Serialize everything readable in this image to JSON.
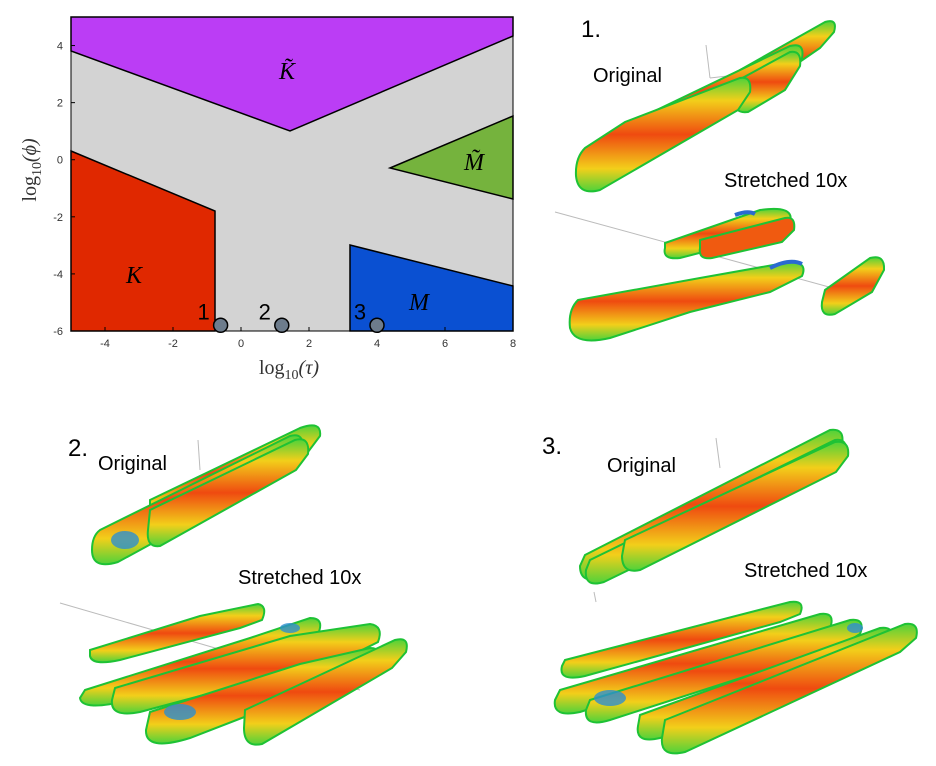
{
  "phase_diagram": {
    "xlabel_base": "log",
    "xlabel_sub": "10",
    "xlabel_var": "(τ)",
    "ylabel_base": "log",
    "ylabel_sub": "10",
    "ylabel_var": "(ϕ)",
    "xlim": [
      -5,
      8
    ],
    "ylim": [
      -6,
      5
    ],
    "xticks": [
      -4,
      -2,
      0,
      2,
      4,
      6,
      8
    ],
    "yticks": [
      -6,
      -4,
      -2,
      0,
      2,
      4
    ],
    "regions": [
      {
        "label": "K̃",
        "color": "#bb3df5"
      },
      {
        "label": "M̃",
        "color": "#75b33d"
      },
      {
        "label": "K",
        "color": "#e02800"
      },
      {
        "label": "M",
        "color": "#0a50d2"
      }
    ],
    "background_color": "#d3d3d3",
    "points": [
      {
        "label": "1",
        "tau": -0.6,
        "phi": -5.8
      },
      {
        "label": "2",
        "tau": 1.2,
        "phi": -5.8
      },
      {
        "label": "3",
        "tau": 4.0,
        "phi": -5.8
      }
    ],
    "point_color": "#6d7c8c"
  },
  "panels": [
    {
      "number": "1.",
      "original_label": "Original",
      "stretched_label": "Stretched 10x"
    },
    {
      "number": "2.",
      "original_label": "Original",
      "stretched_label": "Stretched 10x"
    },
    {
      "number": "3.",
      "original_label": "Original",
      "stretched_label": "Stretched 10x"
    }
  ]
}
